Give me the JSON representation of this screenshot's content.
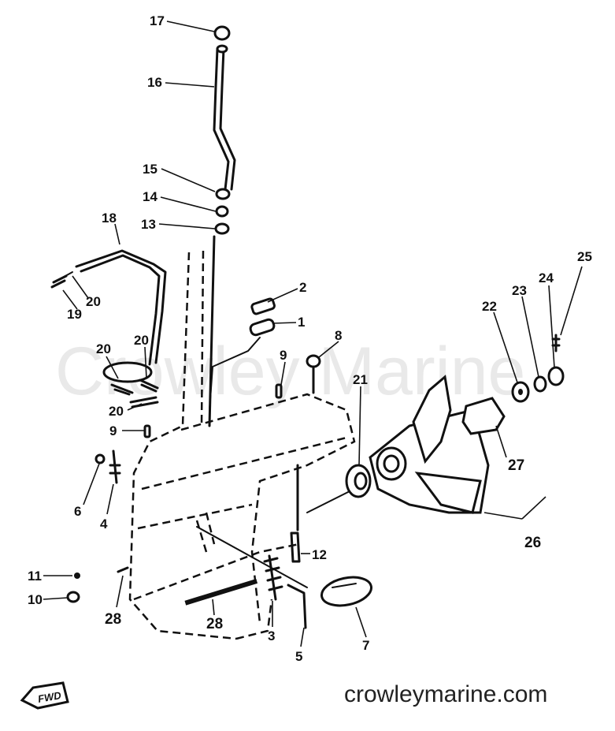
{
  "watermark": "Crowley Marine",
  "site": "crowleymarine.com",
  "fwd_label": "FWD",
  "parts": [
    {
      "id": "p17",
      "label": "17"
    },
    {
      "id": "p16",
      "label": "16"
    },
    {
      "id": "p15",
      "label": "15"
    },
    {
      "id": "p14",
      "label": "14"
    },
    {
      "id": "p13",
      "label": "13"
    },
    {
      "id": "p18",
      "label": "18"
    },
    {
      "id": "p20a",
      "label": "20"
    },
    {
      "id": "p19",
      "label": "19"
    },
    {
      "id": "p2",
      "label": "2"
    },
    {
      "id": "p1",
      "label": "1"
    },
    {
      "id": "p8",
      "label": "8"
    },
    {
      "id": "p9a",
      "label": "9"
    },
    {
      "id": "p20b",
      "label": "20"
    },
    {
      "id": "p20c",
      "label": "20"
    },
    {
      "id": "p20d",
      "label": "20"
    },
    {
      "id": "p9b",
      "label": "9"
    },
    {
      "id": "p21",
      "label": "21"
    },
    {
      "id": "p22",
      "label": "22"
    },
    {
      "id": "p23",
      "label": "23"
    },
    {
      "id": "p24",
      "label": "24"
    },
    {
      "id": "p25",
      "label": "25"
    },
    {
      "id": "p27",
      "label": "27"
    },
    {
      "id": "p26",
      "label": "26"
    },
    {
      "id": "p6",
      "label": "6"
    },
    {
      "id": "p4",
      "label": "4"
    },
    {
      "id": "p12",
      "label": "12"
    },
    {
      "id": "p11",
      "label": "11"
    },
    {
      "id": "p10",
      "label": "10"
    },
    {
      "id": "p28a",
      "label": "28"
    },
    {
      "id": "p28b",
      "label": "28"
    },
    {
      "id": "p3",
      "label": "3"
    },
    {
      "id": "p5",
      "label": "5"
    },
    {
      "id": "p7",
      "label": "7"
    }
  ]
}
